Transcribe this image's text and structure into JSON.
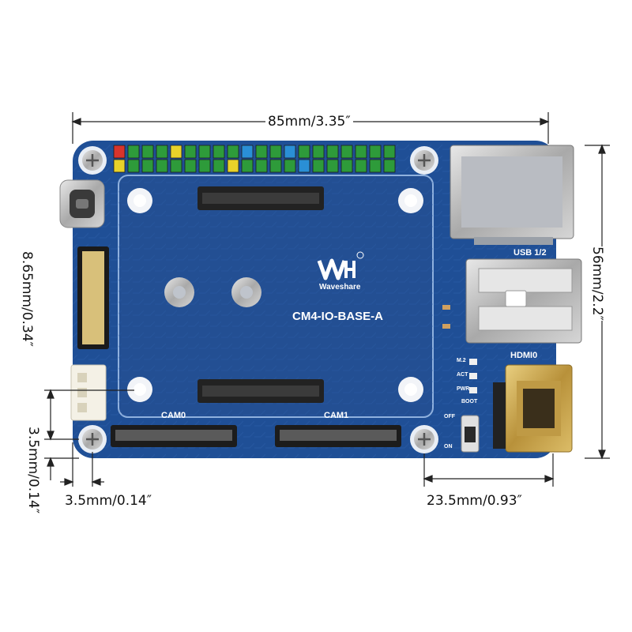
{
  "dimensions": {
    "width": "85mm/3.35″",
    "height": "56mm/2.2″",
    "hole_to_header": "8.65mm/0.34″",
    "hole_left_margin": "3.5mm/0.14″",
    "hole_bottom_margin": "3.5mm/0.14″",
    "hdmi_offset": "23.5mm/0.93″"
  },
  "board": {
    "brand": "Waveshare",
    "model": "CM4-IO-BASE-A",
    "usb_label": "USB 1/2",
    "hdmi_label": "HDMI0",
    "cam0_label": "CAM0",
    "cam1_label": "CAM1",
    "led_labels": [
      "M.2",
      "ACT",
      "PWR"
    ],
    "boot_label": "BOOT",
    "switch_off": "OFF",
    "switch_on": "ON"
  },
  "colors": {
    "pcb": "#1f4f96",
    "pcb_light": "#2b63b0",
    "gold": "#c9a64a",
    "header_green": "#2e9b3a"
  }
}
